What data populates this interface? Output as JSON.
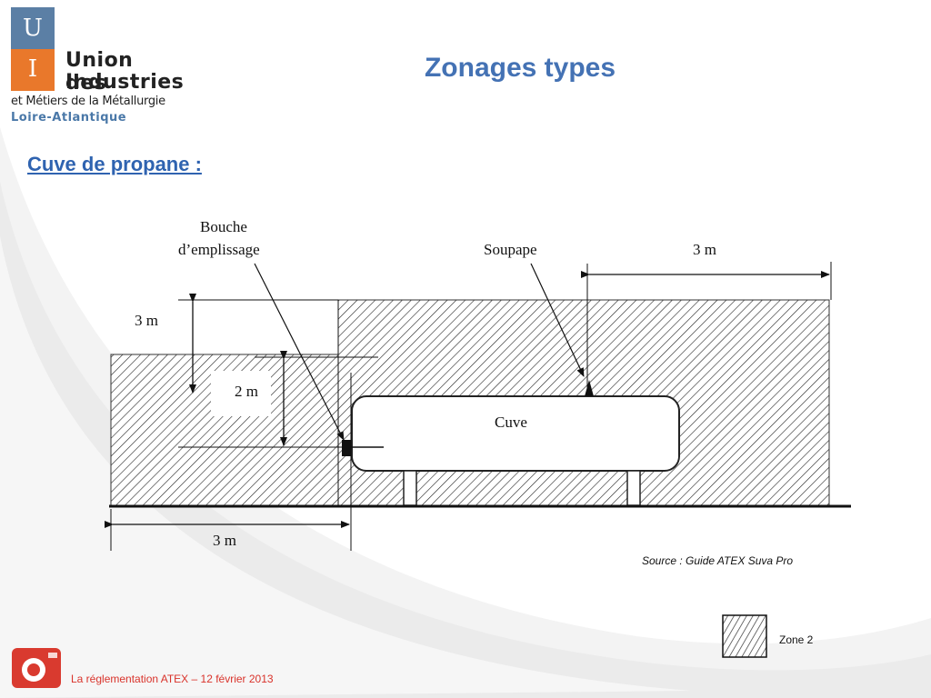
{
  "logo": {
    "letter_top": "U",
    "letter_bottom": "I",
    "line1": "Union des",
    "line2": "Industries",
    "line3": "et Métiers de la Métallurgie",
    "line4": "Loire-Atlantique"
  },
  "title": "Zonages types",
  "subtitle": "Cuve de propane :",
  "diagram": {
    "labels": {
      "bouche_line1": "Bouche",
      "bouche_line2": "d’emplissage",
      "soupape": "Soupape",
      "cuve": "Cuve",
      "dim_top_right": "3 m",
      "dim_left_height": "3 m",
      "dim_inner_height": "2 m",
      "dim_bottom": "3 m"
    }
  },
  "source": "Source : Guide ATEX Suva Pro",
  "legend": {
    "zone_label": "Zone 2"
  },
  "footer": {
    "text": "La réglementation ATEX – 12 février 2013"
  },
  "colors": {
    "title": "#4472b4",
    "subtitle": "#2f63b0",
    "footer_text": "#d9332b",
    "logo_blue": "#5b7fa5",
    "logo_orange": "#e9782b"
  }
}
